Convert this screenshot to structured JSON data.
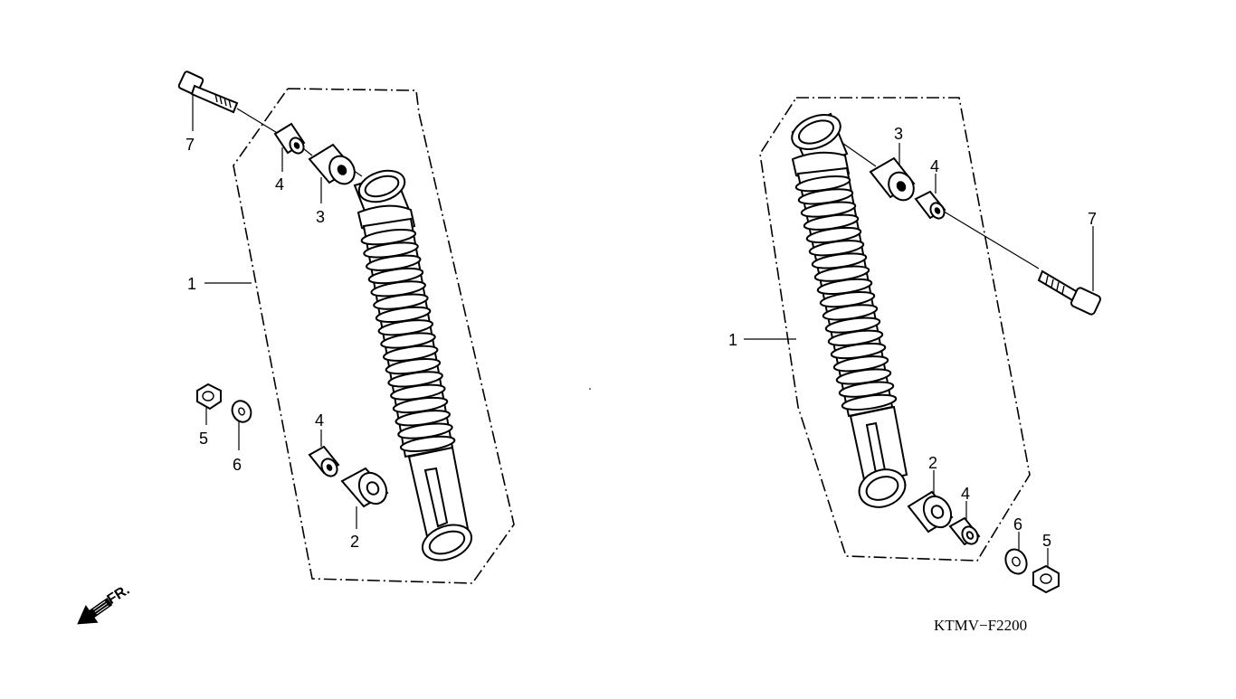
{
  "diagram": {
    "code": "KTMV−F2200",
    "front_label": "FR.",
    "left_assembly": {
      "callouts": [
        "7",
        "4",
        "3",
        "1",
        "5",
        "6",
        "4",
        "2"
      ]
    },
    "right_assembly": {
      "callouts": [
        "3",
        "4",
        "7",
        "1",
        "2",
        "4",
        "6",
        "5"
      ]
    }
  }
}
